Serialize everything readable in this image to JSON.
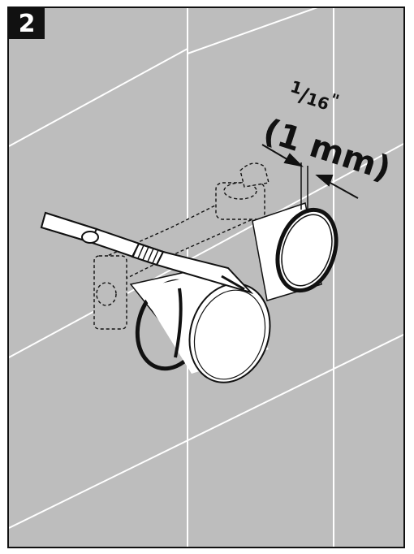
{
  "step": {
    "number": "2"
  },
  "measurement": {
    "fraction_numerator": "1",
    "fraction_slash": "/",
    "fraction_denominator": "16",
    "inch_mark": "\"",
    "metric": "(1 mm)"
  },
  "colors": {
    "wall": "#bdbdbd",
    "grout": "#ffffff",
    "ink": "#111111",
    "part_fill": "#ffffff"
  },
  "icons": [
    "utility-knife-icon",
    "valve-body-icon",
    "trim-cap-icon",
    "dimension-arrow-icon"
  ]
}
